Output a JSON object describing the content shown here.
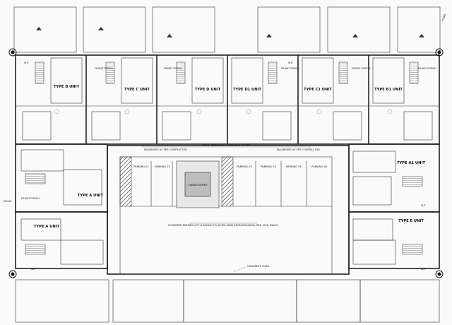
{
  "units_top": [
    "TYPE B UNIT",
    "TYPE C UNIT",
    "TYPE D UNIT",
    "TYPE D1 UNIT",
    "TYPE C1 UNIT",
    "TYPE B1 UNIT"
  ],
  "units_left": [
    "TYPE A UNIT",
    "TYPE A UNIT"
  ],
  "units_right": [
    "TYPE A1 UNIT",
    "TYPE E UNIT"
  ],
  "front_porch": "FRONT PORCH",
  "slp": "SLP",
  "parking": [
    "PARKING 01",
    "PARKING 02",
    "PARKING 03",
    "PARKING 04",
    "PARKING 05",
    "PARKING 06"
  ],
  "transformer": "TRANSFORMER",
  "mailboxes_left": "MAILBOXES AS PER CONTRACTOR",
  "mailboxes_right": "MAILBOXES AS PER CONTRACTOR",
  "sidewalk": "CONC. SIDEWALK ACCESSIBLE ROUTE",
  "parking_note": "CONCRETE PARKING LOT & PAVING TO SLOPE AWAY FROM BUILDING, REF. CIVIL DWGS.",
  "concrete_curb": "CONCRETE CURB",
  "curb_edge": "CURB",
  "elevation": "102.00"
}
